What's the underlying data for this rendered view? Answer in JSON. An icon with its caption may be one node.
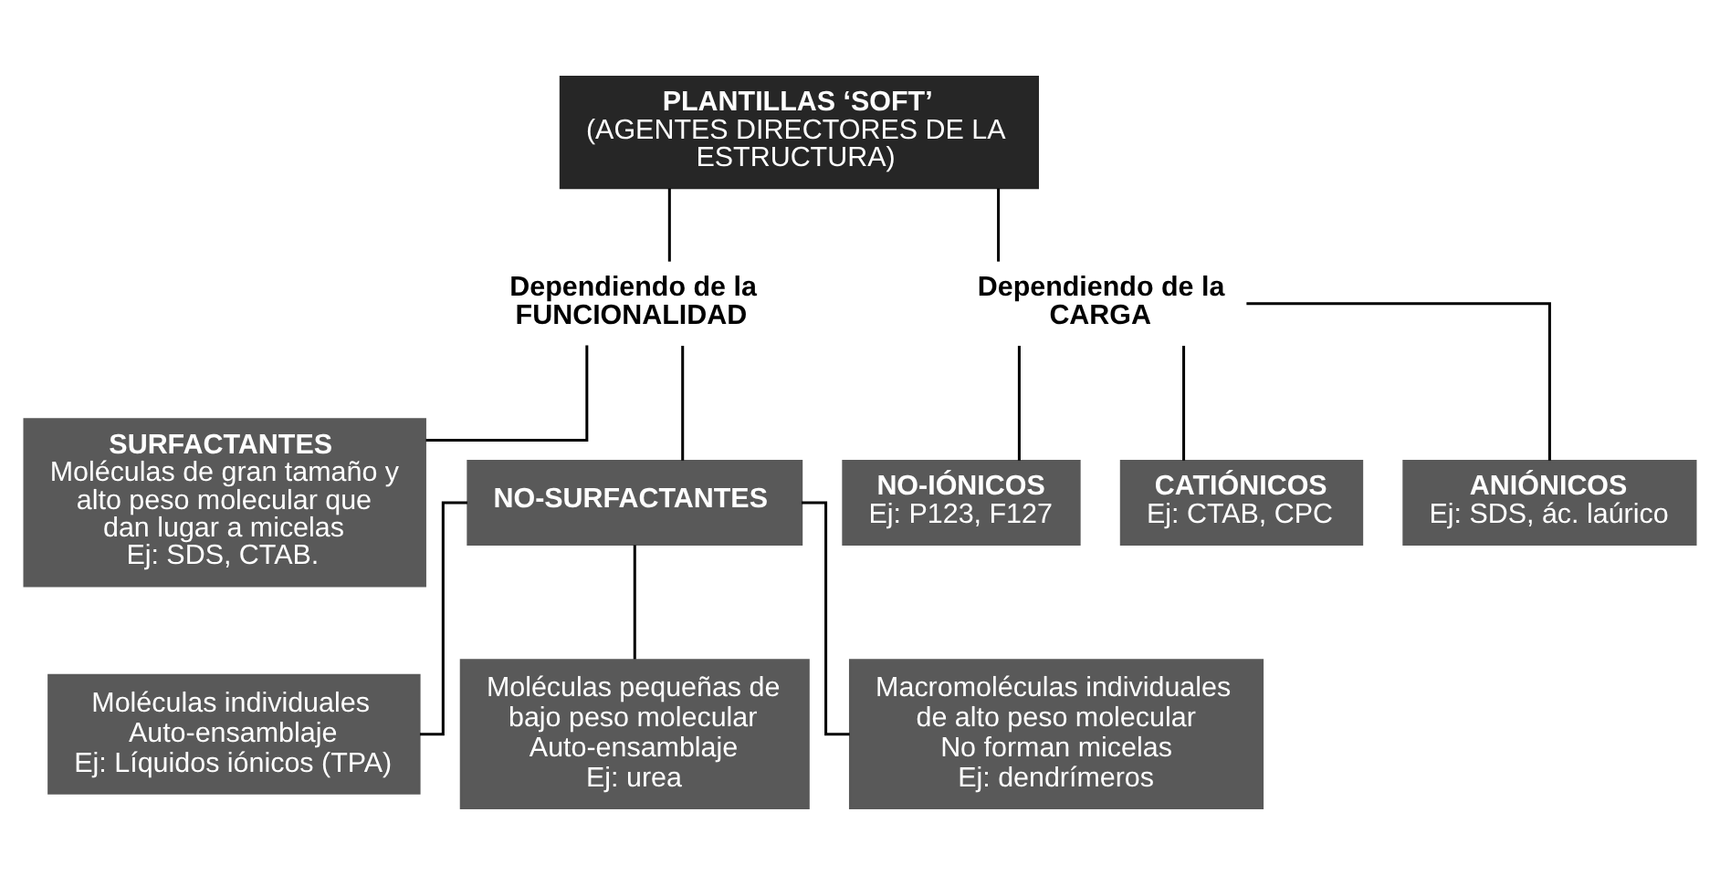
{
  "diagram": {
    "nodes": [
      {
        "text": [
          "PLANTILLAS ‘SOFT’",
          "(AGENTES DIRECTORES DE LA ESTRUCTURA)"
        ]
      },
      {
        "text": [
          "Dependiendo de la FUNCIONALIDAD"
        ]
      },
      {
        "text": [
          "Dependiendo de la CARGA"
        ]
      },
      {
        "text": [
          "SURFACTANTES",
          "Moléculas de gran tamaño y alto peso molecular que dan lugar a micelas",
          "Ej: SDS, CTAB."
        ]
      },
      {
        "text": [
          "NO-SURFACTANTES"
        ]
      },
      {
        "text": [
          "Moléculas individuales",
          "Auto-ensamblaje",
          "Ej: Líquidos iónicos (TPA)"
        ]
      },
      {
        "text": [
          "Moléculas pequeñas de bajo peso molecular",
          "Auto-ensamblaje",
          "Ej: urea"
        ]
      },
      {
        "text": [
          "Macromoléculas individuales de alto peso molecular",
          "No forman micelas",
          "Ej: dendrímeros"
        ]
      },
      {
        "text": [
          "NO-IÓNICOS",
          "Ej: P123, F127"
        ]
      },
      {
        "text": [
          "CATIÓNICOS",
          "Ej: CTAB, CPC"
        ]
      },
      {
        "text": [
          "ANIÓNICOS",
          "Ej: SDS, ác. laúrico"
        ]
      }
    ],
    "edges": [
      {
        "from": 0,
        "to": 1,
        "arrow": "none"
      },
      {
        "from": 0,
        "to": 2,
        "arrow": "none"
      },
      {
        "from": 1,
        "to": 3,
        "arrow": "none"
      },
      {
        "from": 1,
        "to": 4,
        "arrow": "none"
      },
      {
        "from": 4,
        "to": 5,
        "arrow": "none"
      },
      {
        "from": 4,
        "to": 6,
        "arrow": "none"
      },
      {
        "from": 4,
        "to": 7,
        "arrow": "none"
      },
      {
        "from": 2,
        "to": 8,
        "arrow": "none"
      },
      {
        "from": 2,
        "to": 9,
        "arrow": "none"
      },
      {
        "from": 2,
        "to": 10,
        "arrow": "none"
      }
    ]
  }
}
